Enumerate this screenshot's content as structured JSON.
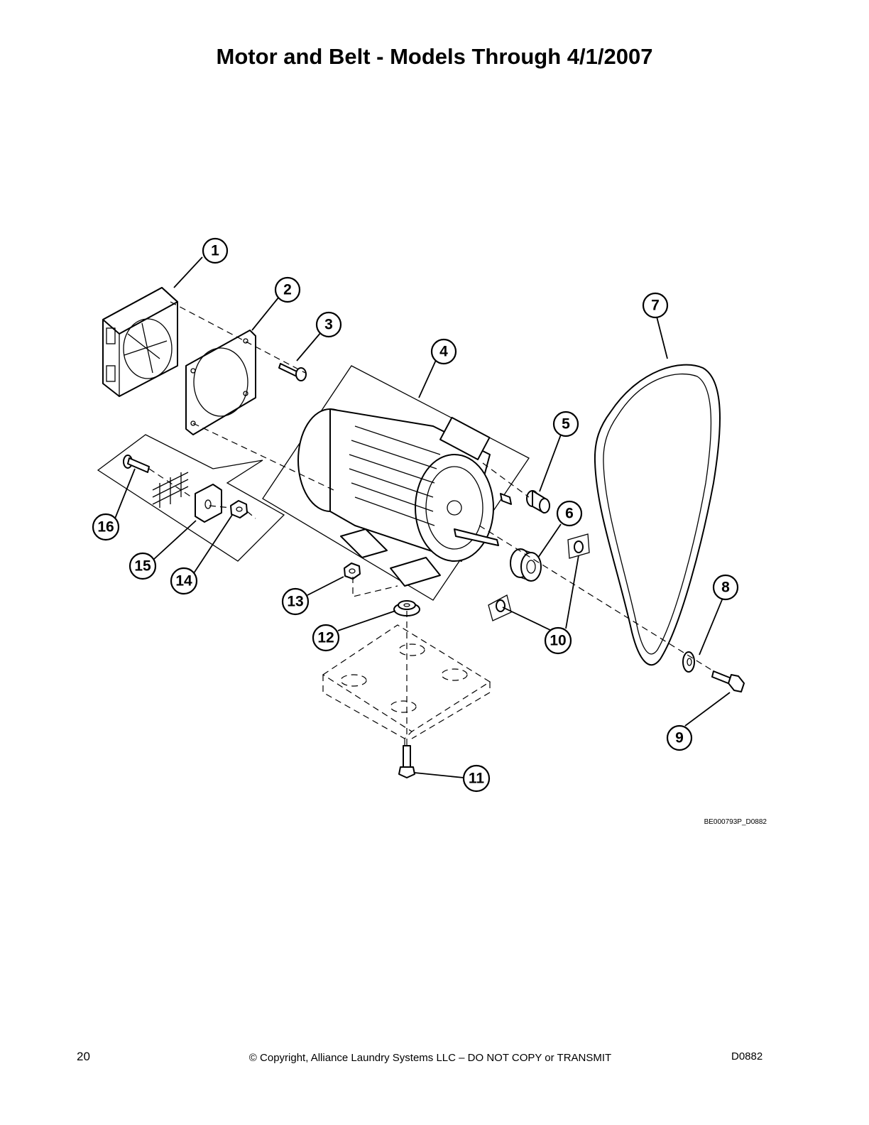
{
  "title": "Motor and Belt - Models Through 4/1/2007",
  "figure_ref": "BE000793P_D0882",
  "footer": {
    "page_number": "20",
    "copyright": "© Copyright, Alliance Laundry Systems LLC – DO NOT COPY or TRANSMIT",
    "doc_id": "D0882"
  },
  "callouts": [
    "1",
    "2",
    "3",
    "4",
    "5",
    "6",
    "7",
    "8",
    "9",
    "10",
    "11",
    "12",
    "13",
    "14",
    "15",
    "16"
  ],
  "parts": [
    {
      "callout": "1",
      "depicts": "fan-icon"
    },
    {
      "callout": "2",
      "depicts": "gasket-icon"
    },
    {
      "callout": "3",
      "depicts": "screw-icon"
    },
    {
      "callout": "4",
      "depicts": "motor-icon"
    },
    {
      "callout": "5",
      "depicts": "fitting-icon"
    },
    {
      "callout": "6",
      "depicts": "pulley-icon"
    },
    {
      "callout": "7",
      "depicts": "belt-icon"
    },
    {
      "callout": "8",
      "depicts": "washer-icon"
    },
    {
      "callout": "9",
      "depicts": "bolt-icon"
    },
    {
      "callout": "10",
      "depicts": "set-screw-icon"
    },
    {
      "callout": "11",
      "depicts": "bolt-icon"
    },
    {
      "callout": "12",
      "depicts": "grommet-icon"
    },
    {
      "callout": "13",
      "depicts": "nut-icon"
    },
    {
      "callout": "14",
      "depicts": "nut-icon"
    },
    {
      "callout": "15",
      "depicts": "plate-icon"
    },
    {
      "callout": "16",
      "depicts": "bolt-icon"
    }
  ]
}
